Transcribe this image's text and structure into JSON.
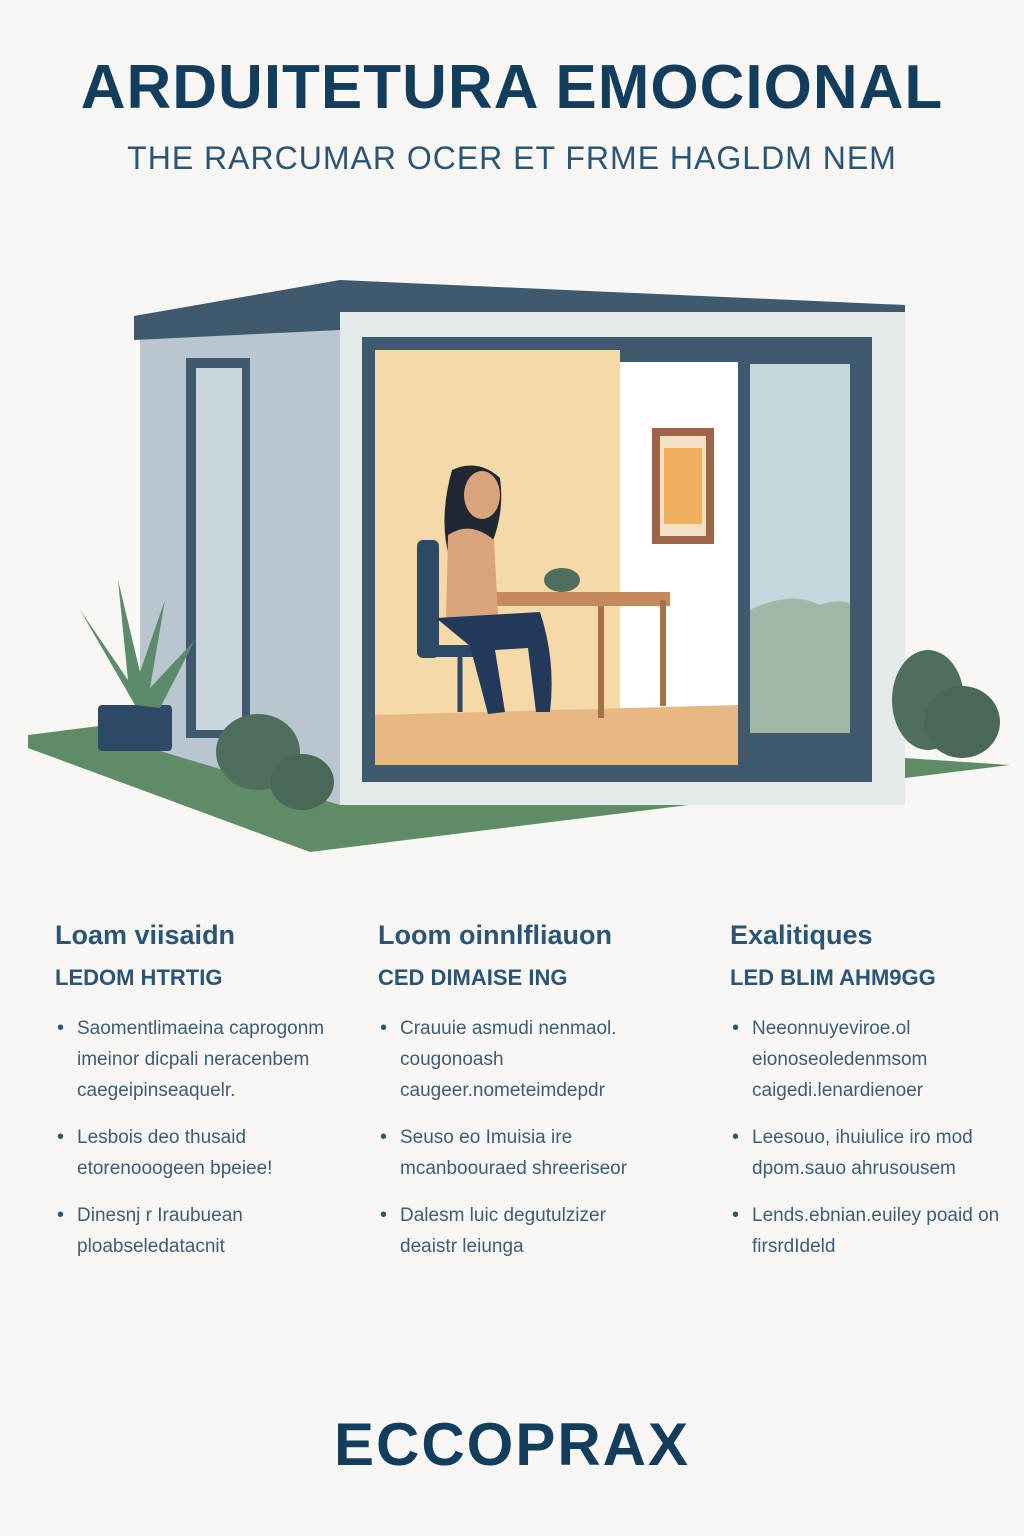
{
  "header": {
    "title": "ARDUITETURA EMOCIONAL",
    "subtitle": "THE RARCUMAR OCER ET FRME HAGLDM NEM"
  },
  "illustration": {
    "wall_color": "#b9c5cf",
    "frame_color": "#3f5a6e",
    "interior_color": "#f5d9a8",
    "lawn_color": "#5f8c66",
    "foliage_color": "#4f6e5e"
  },
  "columns": [
    {
      "heading": "Loam viisaidn",
      "subheading": "LEDOM HTRTIG",
      "bullets": [
        "Saomentlimaeina caprogonm imeinor dicpali neracenbem caegeipinseaquelr.",
        "Lesbois deo thusaid etorenooogeen bpeiee!",
        "Dinesnj r Iraubuean ploabseledatacnit"
      ]
    },
    {
      "heading": "Loom oinnlfliauon",
      "subheading": "CED DIMAISE ING",
      "bullets": [
        "Crauuie asmudi nenmaol. cougonoash caugeer.nometeimdepdr",
        "Seuso eo Imuisia ire mcanboouraed shreeriseor",
        "Dalesm luic degutulzizer deaistr leiunga"
      ]
    },
    {
      "heading": "Exalitiques",
      "subheading": "LED BLIM AHM9GG",
      "bullets": [
        "Neeonnuyeviroe.ol eionoseoledenmsom caigedi.lenardienoer",
        "Leesouo, ihuiulice iro mod dpom.sauo ahrusousem",
        "Lends.ebnian.euiley poaid on firsrdIdeld"
      ]
    }
  ],
  "footer": {
    "brand": "ECCOPRAX"
  }
}
